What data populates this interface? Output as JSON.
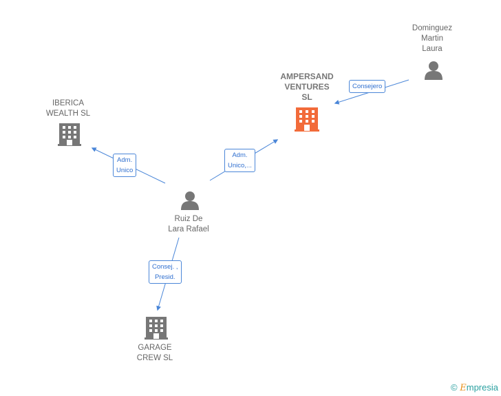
{
  "nodes": {
    "ampersand": {
      "label": "AMPERSAND\nVENTURES\nSL",
      "type": "company",
      "color": "#f26b3a"
    },
    "dominguez": {
      "label": "Dominguez\nMartin\nLaura",
      "type": "person",
      "color": "#777777"
    },
    "iberica": {
      "label": "IBERICA\nWEALTH  SL",
      "type": "company",
      "color": "#777777"
    },
    "ruiz": {
      "label": "Ruiz De\nLara Rafael",
      "type": "person",
      "color": "#777777"
    },
    "garage": {
      "label": "GARAGE\nCREW  SL",
      "type": "company",
      "color": "#777777"
    }
  },
  "edges": {
    "dominguez_ampersand": "Consejero",
    "ruiz_ampersand": "Adm.\nUnico,...",
    "ruiz_iberica": "Adm.\nUnico",
    "ruiz_garage": "Consej. ,\nPresid."
  },
  "colors": {
    "edge": "#4a86d8",
    "icon": "#777777",
    "focus": "#f26b3a"
  },
  "brand": {
    "symbol": "©",
    "name": "mpresia",
    "initial": "E"
  }
}
